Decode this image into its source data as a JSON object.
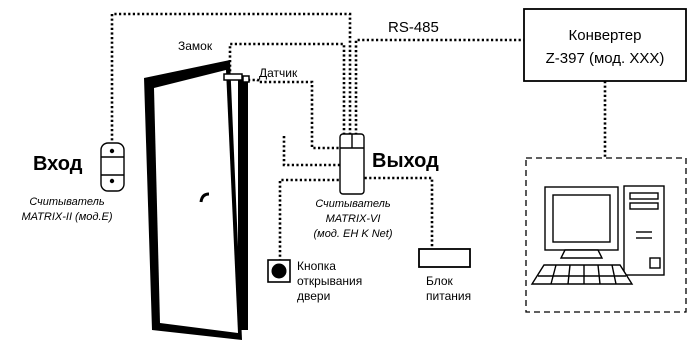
{
  "colors": {
    "ink": "#000000",
    "paper": "#ffffff"
  },
  "labels": {
    "rs485": "RS-485",
    "converter_line1": "Конвертер",
    "converter_line2": "Z-397 (мод. XXX)",
    "lock": "Замок",
    "sensor": "Датчик",
    "entry": "Вход",
    "exit": "Выход",
    "reader_entry": [
      "Считыватель",
      "MATRIX-II (мод.E)"
    ],
    "reader_exit": [
      "Считыватель",
      "MATRIX-VI",
      "(мод. EH K Net)"
    ],
    "button": [
      "Кнопка",
      "открывания",
      "двери"
    ],
    "power": [
      "Блок",
      "питания"
    ]
  }
}
